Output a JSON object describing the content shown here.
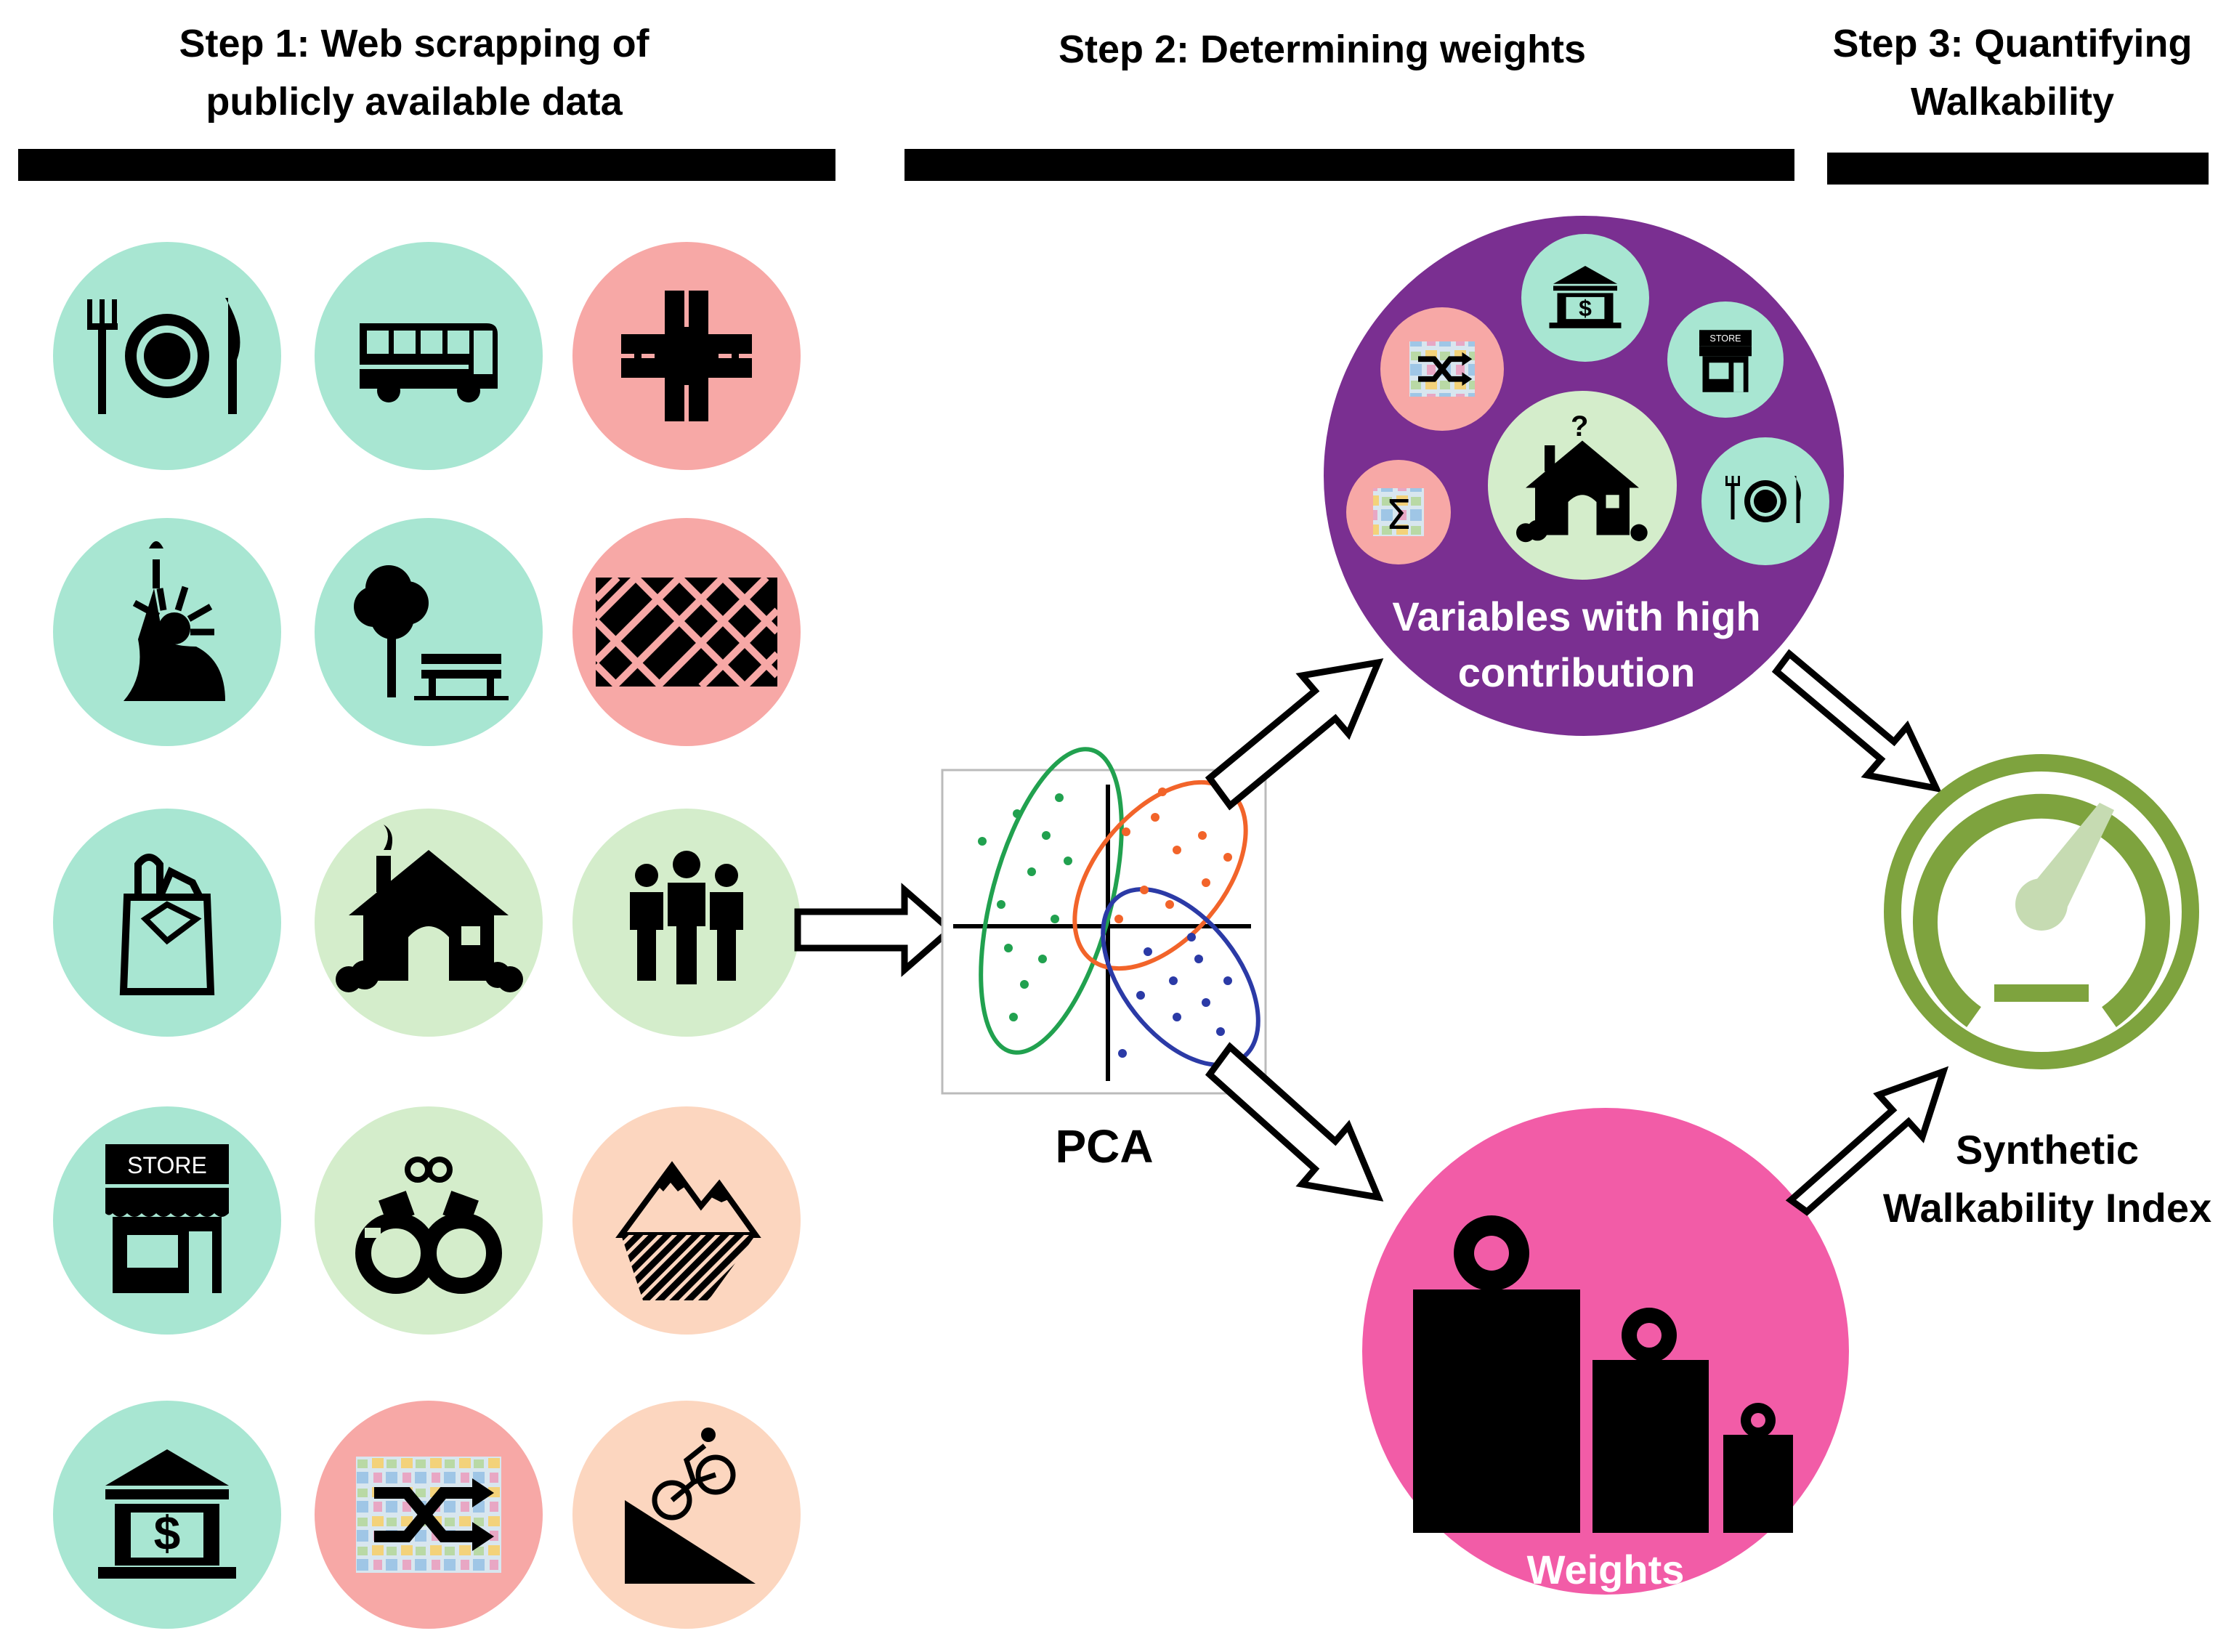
{
  "steps": [
    {
      "title": "Step 1: Web scrapping of publicly available data"
    },
    {
      "title": "Step 2: Determining weights"
    },
    {
      "title": "Step 3: Quantifying Walkability"
    }
  ],
  "step1_grid": [
    {
      "icon": "dining-icon",
      "color": "#a8e6d2"
    },
    {
      "icon": "bus-icon",
      "color": "#a8e6d2"
    },
    {
      "icon": "road-intersection-icon",
      "color": "#f7a8a6"
    },
    {
      "icon": "statue-of-liberty-icon",
      "color": "#a8e6d2"
    },
    {
      "icon": "park-bench-icon",
      "color": "#a8e6d2"
    },
    {
      "icon": "street-grid-icon",
      "color": "#f7a8a6"
    },
    {
      "icon": "grocery-bag-icon",
      "color": "#a8e6d2"
    },
    {
      "icon": "house-icon",
      "color": "#d4edcb"
    },
    {
      "icon": "population-icon",
      "color": "#d4edcb"
    },
    {
      "icon": "store-icon",
      "color": "#a8e6d2"
    },
    {
      "icon": "handcuffs-icon",
      "color": "#d4edcb"
    },
    {
      "icon": "mountain-icon",
      "color": "#fcd6bf"
    },
    {
      "icon": "bank-icon",
      "color": "#a8e6d2"
    },
    {
      "icon": "land-use-mix-icon",
      "color": "#f7a8a6"
    },
    {
      "icon": "cyclist-slope-icon",
      "color": "#fcd6bf"
    }
  ],
  "store_sign": "STORE",
  "pca_label": "PCA",
  "variables_label": [
    "Variables with high",
    "contribution"
  ],
  "weights_label": "Weights",
  "index_label": [
    "Synthetic",
    "Walkability Index"
  ],
  "colors": {
    "purple": "#7a2f91",
    "magenta": "#f25ca7",
    "teal": "#a8e6d2",
    "pink": "#f7a8a6",
    "light_green": "#d4edcb",
    "peach": "#fcd6bf",
    "gauge_green": "#7ea33e",
    "gauge_needle": "#c6dbb2",
    "pca_green": "#21a14f",
    "pca_orange": "#f2642a",
    "pca_blue": "#2b3aa6"
  }
}
